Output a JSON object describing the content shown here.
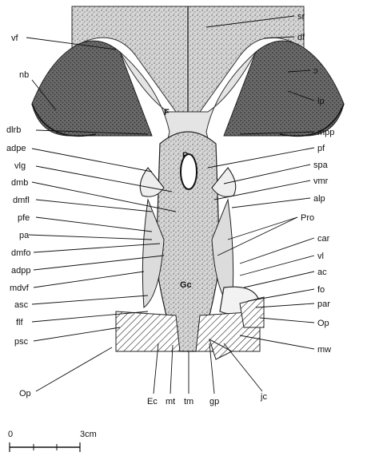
{
  "figure": {
    "inner_labels": {
      "F": "F",
      "P": "P",
      "Gc": "Gc"
    },
    "labels_left": [
      "vf",
      "nb",
      "dlrb",
      "adpe",
      "vlg",
      "dmb",
      "dmfl",
      "pfe",
      "pa",
      "dmfo",
      "adpp",
      "mdvf",
      "asc",
      "flf",
      "psc",
      "Op"
    ],
    "labels_right": [
      "sr",
      "df",
      "ɔ",
      "lp",
      "mpp",
      "pf",
      "spa",
      "vmr",
      "alp",
      "Pro",
      "car",
      "vl",
      "ac",
      "fo",
      "par",
      "Op",
      "mw",
      "jc"
    ],
    "labels_bottom": [
      "Ec",
      "mt",
      "tm",
      "gp"
    ],
    "scale_bar": {
      "start_label": "0",
      "end_label": "3cm"
    }
  }
}
